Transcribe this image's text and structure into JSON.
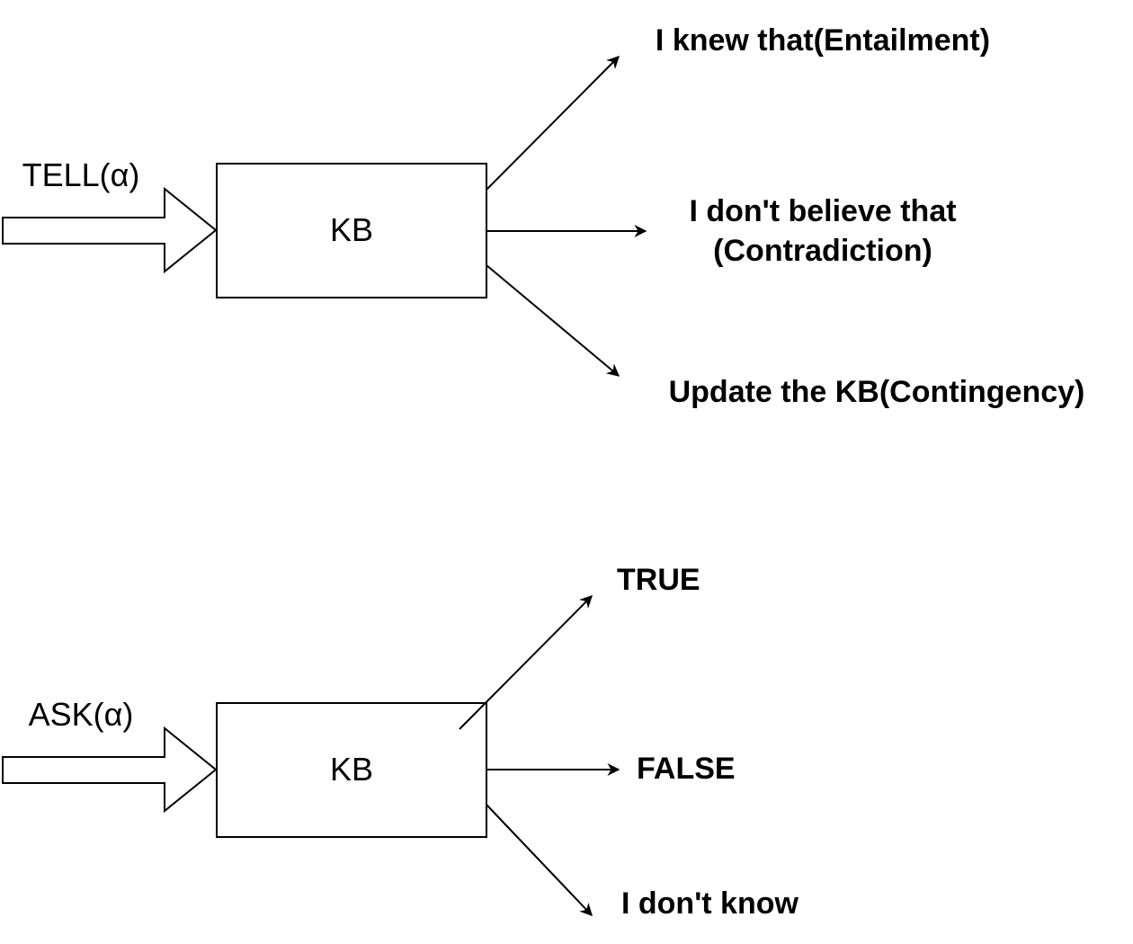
{
  "tell_section": {
    "input_label": "TELL(α)",
    "box_label": "KB",
    "outputs": [
      "I knew that(Entailment)",
      [
        "I don't believe that",
        "(Contradiction)"
      ],
      "Update the KB(Contingency)"
    ]
  },
  "ask_section": {
    "input_label": "ASK(α)",
    "box_label": "KB",
    "outputs": [
      "TRUE",
      "FALSE",
      "I don't know"
    ]
  },
  "colors": {
    "stroke": "#000000",
    "fill": "#ffffff",
    "text": "#000000"
  }
}
